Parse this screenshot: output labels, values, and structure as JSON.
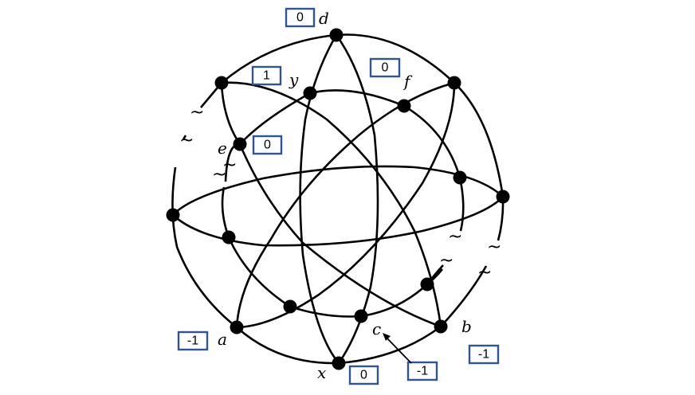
{
  "diagram": {
    "vertices": [
      {
        "id": "d",
        "label": "d",
        "weight": "0"
      },
      {
        "id": "y",
        "label": "y",
        "weight": "1"
      },
      {
        "id": "f",
        "label": "f",
        "weight": "0"
      },
      {
        "id": "e",
        "label": "e",
        "weight": "0"
      },
      {
        "id": "a",
        "label": "a",
        "weight": "-1"
      },
      {
        "id": "x",
        "label": "x",
        "weight": "0"
      },
      {
        "id": "c",
        "label": "c",
        "weight": "-1"
      },
      {
        "id": "b",
        "label": "b",
        "weight": "-1"
      }
    ],
    "break_mark": "~"
  }
}
